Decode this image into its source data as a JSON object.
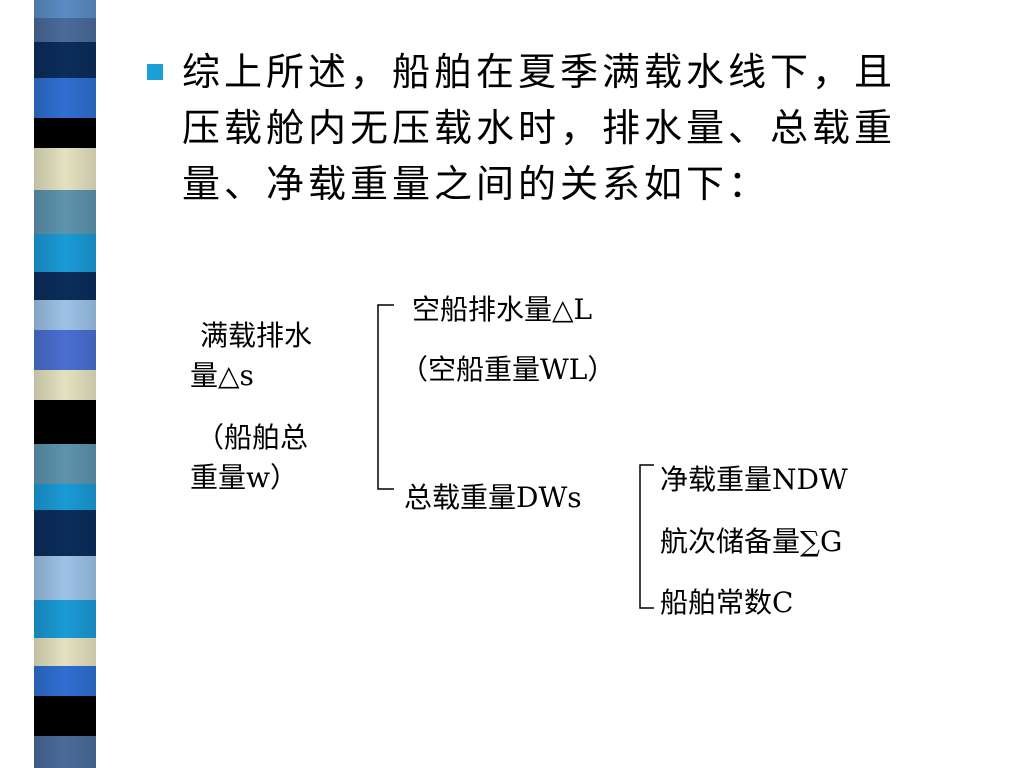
{
  "bullet": {
    "text": "综上所述，船舶在夏季满载水线下，且\n压载舱内无压载水时，排水量、总载重\n量、净载重量之间的关系如下："
  },
  "diagram": {
    "root": {
      "line1": "满载排水",
      "line2": "量△s",
      "line3": "（船舶总",
      "line4": "重量w）"
    },
    "level1": {
      "light_ship": "空船排水量△L",
      "light_weight": "（空船重量WL）",
      "deadweight": "总载重量DWs"
    },
    "level2": {
      "net_deadweight": "净载重量NDW",
      "voyage_reserves": "航次储备量∑G",
      "ship_constant": "船舶常数C"
    }
  },
  "colors": {
    "bullet": "#1aa0d4",
    "stripes": [
      "#4a6b9a",
      "#2f86c9",
      "#0b2d5b",
      "#e3e1bf",
      "#000000",
      "#5d93ad",
      "#f5f5ee"
    ]
  }
}
